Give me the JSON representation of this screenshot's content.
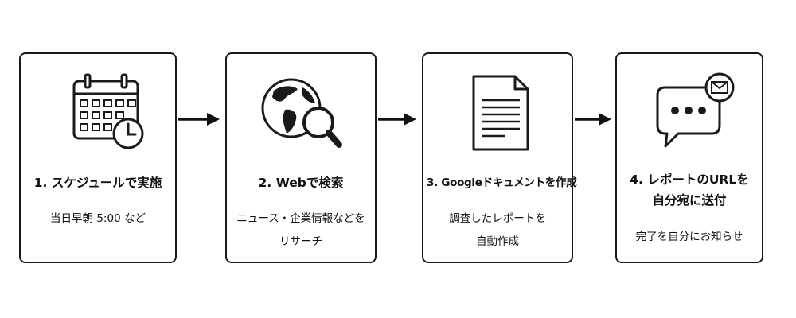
{
  "steps": [
    {
      "title": "1. スケジュールで実施",
      "description": "当日早朝 5:00 など",
      "icon": "calendar-clock-icon"
    },
    {
      "title": "2. Webで検索",
      "description_lines": [
        "ニュース・企業情報などを",
        "リサーチ"
      ],
      "icon": "globe-magnifier-icon"
    },
    {
      "title": "3. Googleドキュメントを作成",
      "description_lines": [
        "調査したレポートを",
        "自動作成"
      ],
      "icon": "document-icon"
    },
    {
      "title_lines": [
        "4. レポートのURLを",
        "自分宛に送付"
      ],
      "description": "完了を自分にお知らせ",
      "icon": "chat-mail-icon"
    }
  ],
  "colors": {
    "stroke": "#1a1a1a",
    "background": "#ffffff"
  }
}
